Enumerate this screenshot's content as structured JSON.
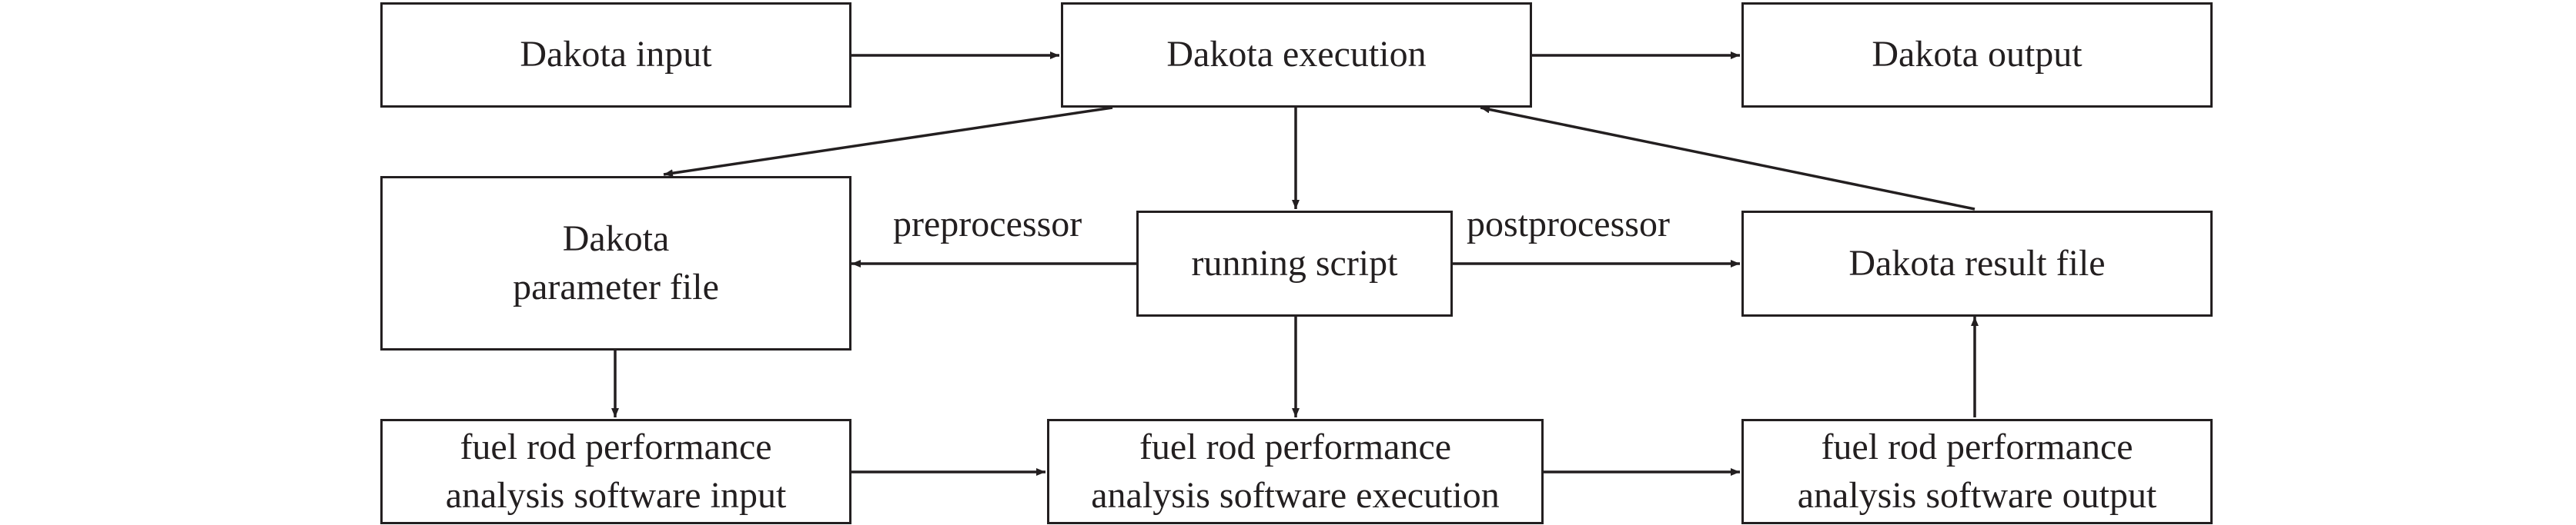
{
  "nodes": {
    "dakota_input": [
      "Dakota input"
    ],
    "dakota_execution": [
      "Dakota execution"
    ],
    "dakota_output": [
      "Dakota output"
    ],
    "dakota_parameter_file": [
      "Dakota",
      "parameter file"
    ],
    "running_script": [
      "running script"
    ],
    "dakota_result_file": [
      "Dakota result file"
    ],
    "software_input": [
      "fuel rod performance",
      "analysis software input"
    ],
    "software_execution": [
      "fuel rod performance",
      "analysis software execution"
    ],
    "software_output": [
      "fuel rod performance",
      "analysis software output"
    ]
  },
  "edge_labels": {
    "preprocessor": "preprocessor",
    "postprocessor": "postprocessor"
  }
}
